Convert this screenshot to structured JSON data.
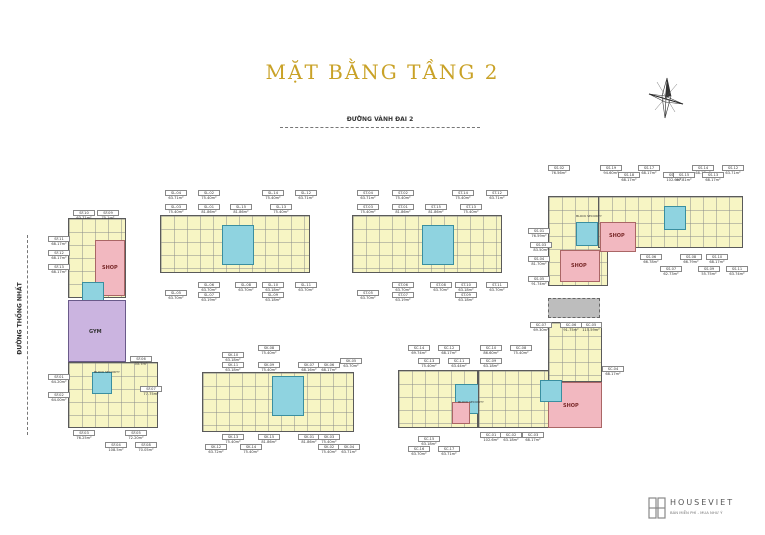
{
  "title": "MẶT BẰNG TẦNG 2",
  "road_top": "ĐƯỜNG VÀNH ĐAI 2",
  "road_left": "ĐƯỜNG THỐNG NHẤT",
  "labels": {
    "shop": "SHOP",
    "gym": "GYM",
    "block_security": "BLOCK SECURITY"
  },
  "logo": {
    "name": "HOUSEVIET",
    "tagline": "BÁN MIỄN PHÍ - MUA NHƯ Ý"
  },
  "units": {
    "sf": [
      [
        "SF.10",
        "63.71m²"
      ],
      [
        "SF.09",
        "75.1m²"
      ],
      [
        "SF.11",
        "68.17m²"
      ],
      [
        "SF.12",
        "68.17m²"
      ],
      [
        "SF.13",
        "68.17m²"
      ],
      [
        "SF.01",
        "64.20m²"
      ],
      [
        "SF.02",
        "64.00m²"
      ],
      [
        "SF.03",
        "76.25m²"
      ],
      [
        "SF.04",
        "108.5m²"
      ],
      [
        "SF.05",
        "72.20m²"
      ],
      [
        "SF.06",
        "55.7m²"
      ],
      [
        "SF.07",
        "77.75m²"
      ],
      [
        "SF.08",
        "70.05m²"
      ]
    ],
    "sl": [
      [
        "SL.04",
        "63.71m²"
      ],
      [
        "SL.02",
        "75.40m²"
      ],
      [
        "SL.03",
        "75.40m²"
      ],
      [
        "SL.01",
        "81.86m²"
      ],
      [
        "SL.15",
        "81.86m²"
      ],
      [
        "SL.14",
        "75.40m²"
      ],
      [
        "SL.13",
        "75.40m²"
      ],
      [
        "SL.12",
        "63.71m²"
      ],
      [
        "SL.05",
        "63.70m²"
      ],
      [
        "SL.06",
        "63.70m²"
      ],
      [
        "SL.07",
        "63.19m²"
      ],
      [
        "SL.08",
        "63.70m²"
      ],
      [
        "SL.10",
        "63.18m²"
      ],
      [
        "SL.09",
        "63.18m²"
      ],
      [
        "SL.11",
        "63.70m²"
      ]
    ],
    "st": [
      [
        "ST.04",
        "63.71m²"
      ],
      [
        "ST.02",
        "75.40m²"
      ],
      [
        "ST.03",
        "75.40m²"
      ],
      [
        "ST.01",
        "81.86m²"
      ],
      [
        "ST.15",
        "81.86m²"
      ],
      [
        "ST.14",
        "75.40m²"
      ],
      [
        "ST.13",
        "75.40m²"
      ],
      [
        "ST.12",
        "63.71m²"
      ],
      [
        "ST.05",
        "63.70m²"
      ],
      [
        "ST.06",
        "63.70m²"
      ],
      [
        "ST.07",
        "63.19m²"
      ],
      [
        "ST.08",
        "63.70m²"
      ],
      [
        "ST.10",
        "63.18m²"
      ],
      [
        "ST.09",
        "63.18m²"
      ],
      [
        "ST.11",
        "63.70m²"
      ]
    ],
    "ss": [
      [
        "SS.02",
        "76.56m²"
      ],
      [
        "SS.19",
        "94.60m²"
      ],
      [
        "SS.18",
        "68.17m²"
      ],
      [
        "SS.17",
        "68.17m²"
      ],
      [
        "SS.16",
        "102.6m²"
      ],
      [
        "SS.15",
        "67.81m²"
      ],
      [
        "SS.14",
        "68.17m²"
      ],
      [
        "SS.13",
        "68.17m²"
      ],
      [
        "SS.12",
        "63.71m²"
      ],
      [
        "SS.01",
        "76.59m²"
      ],
      [
        "SS.03",
        "83.50m²"
      ],
      [
        "SS.04",
        "81.70m²"
      ],
      [
        "SS.05",
        "91.74m²"
      ],
      [
        "SS.06",
        "66.78m²"
      ],
      [
        "SS.07",
        "62.73m²"
      ],
      [
        "SS.08",
        "66.79m²"
      ],
      [
        "SS.09",
        "55.75m²"
      ],
      [
        "SS.10",
        "68.17m²"
      ],
      [
        "SS.11",
        "63.74m²"
      ]
    ],
    "sk": [
      [
        "SK.10",
        "63.18m²"
      ],
      [
        "SK.08",
        "75.40m²"
      ],
      [
        "SK.11",
        "63.18m²"
      ],
      [
        "SK.09",
        "75.40m²"
      ],
      [
        "SK.07",
        "68.16m²"
      ],
      [
        "SK.06",
        "68.17m²"
      ],
      [
        "SK.05",
        "63.70m²"
      ],
      [
        "SK.12",
        "63.72m²"
      ],
      [
        "SK.13",
        "75.40m²"
      ],
      [
        "SK.14",
        "75.40m²"
      ],
      [
        "SK.15",
        "81.86m²"
      ],
      [
        "SK.01",
        "81.86m²"
      ],
      [
        "SK.02",
        "75.40m²"
      ],
      [
        "SK.03",
        "75.40m²"
      ],
      [
        "SK.04",
        "63.71m²"
      ]
    ],
    "sc": [
      [
        "SC.14",
        "69.74m²"
      ],
      [
        "SC.12",
        "68.17m²"
      ],
      [
        "SC.10",
        "86.60m²"
      ],
      [
        "SC.08",
        "75.40m²"
      ],
      [
        "SC.13",
        "75.40m²"
      ],
      [
        "SC.11",
        "63.44m²"
      ],
      [
        "SC.09",
        "63.18m²"
      ],
      [
        "SC.15",
        "63.18m²"
      ],
      [
        "SC.16",
        "63.70m²"
      ],
      [
        "SC.17",
        "63.71m²"
      ],
      [
        "SC.01",
        "102.6m²"
      ],
      [
        "SC.02",
        "63.18m²"
      ],
      [
        "SC.03",
        "68.17m²"
      ],
      [
        "SC.04",
        "68.17m²"
      ],
      [
        "SC.05",
        "115.59m²"
      ],
      [
        "SC.06",
        "91.75m²"
      ],
      [
        "SC.07",
        "69.30m²"
      ]
    ]
  }
}
